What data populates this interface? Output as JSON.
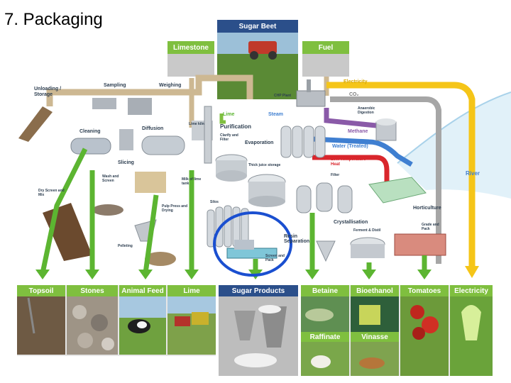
{
  "page": {
    "title": "7. Packaging"
  },
  "colors": {
    "green_band": "#7fbf3f",
    "blue_band": "#2b4f8a",
    "pipe_tan": "#c9b48e",
    "electricity": "#f5c518",
    "co2": "#9a9a9a",
    "methane": "#8a5aa8",
    "water": "#3f7fd1",
    "low_temp_heat": "#d9262c",
    "river": "#cfe7f3",
    "arrow_green": "#5cb531",
    "highlight_circle": "#1a4fd0"
  },
  "top": {
    "sugar_beet": "Sugar Beet",
    "limestone": "Limestone",
    "fuel": "Fuel"
  },
  "stages": {
    "unloading": "Unloading / Storage",
    "sampling": "Sampling",
    "weighing": "Weighing",
    "cleaning": "Cleaning",
    "diffusion": "Diffusion",
    "lime_kiln": "Lime kiln",
    "slicing": "Slicing",
    "wash_screen": "Wash and Screen",
    "dry_screen": "Dry Screen and Mix",
    "milk_of_lime": "Milk of lime tank",
    "pulp_press": "Pulp Press and Drying",
    "pelleting": "Pelleting",
    "chp_plant": "CHP Plant",
    "lime": "Lime",
    "steam": "Steam",
    "purification": "Purification",
    "clarify_filter": "Clarify and Filter",
    "evaporation": "Evaporation",
    "thick_juice": "Thick juice storage",
    "silos": "Silos",
    "resin_separation": "Resin Separation",
    "screen_pack": "Screen and Pack",
    "crystallisation": "Crystallisation",
    "anaerobic": "Anaerobic Digestion",
    "filter": "Filter",
    "ferment": "Ferment & Distil",
    "horticulture": "Horticulture",
    "grade_pack": "Grade and Pack"
  },
  "flows": {
    "electricity": "Electricity",
    "co2": "CO₂",
    "methane": "Methane",
    "water": "Water (Treated)",
    "low_temp_heat": "Low Temperature Heat",
    "river": "River"
  },
  "products": {
    "topsoil": "Topsoil",
    "stones": "Stones",
    "animal_feed": "Animal Feed",
    "lime": "Lime",
    "sugar_products": "Sugar Products",
    "betaine": "Betaine",
    "bioethanol": "Bioethanol",
    "tomatoes": "Tomatoes",
    "electricity": "Electricity",
    "raffinate": "Raffinate",
    "vinasse": "Vinasse"
  }
}
